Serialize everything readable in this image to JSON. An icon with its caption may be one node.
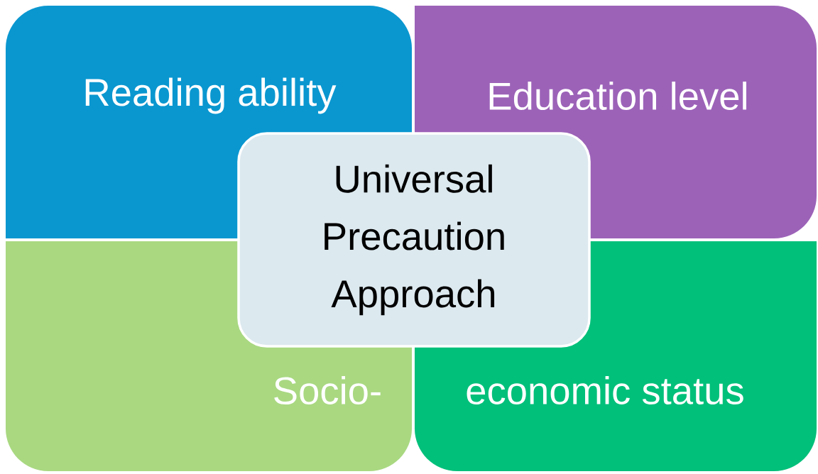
{
  "diagram": {
    "nodes": [
      {
        "text": [
          "Reading ability"
        ]
      },
      {
        "text": [
          "Education level"
        ]
      },
      {
        "text": [
          "Socio-"
        ]
      },
      {
        "text": [
          "economic status"
        ]
      },
      {
        "text": [
          "Universal Precaution Approach"
        ]
      }
    ]
  }
}
